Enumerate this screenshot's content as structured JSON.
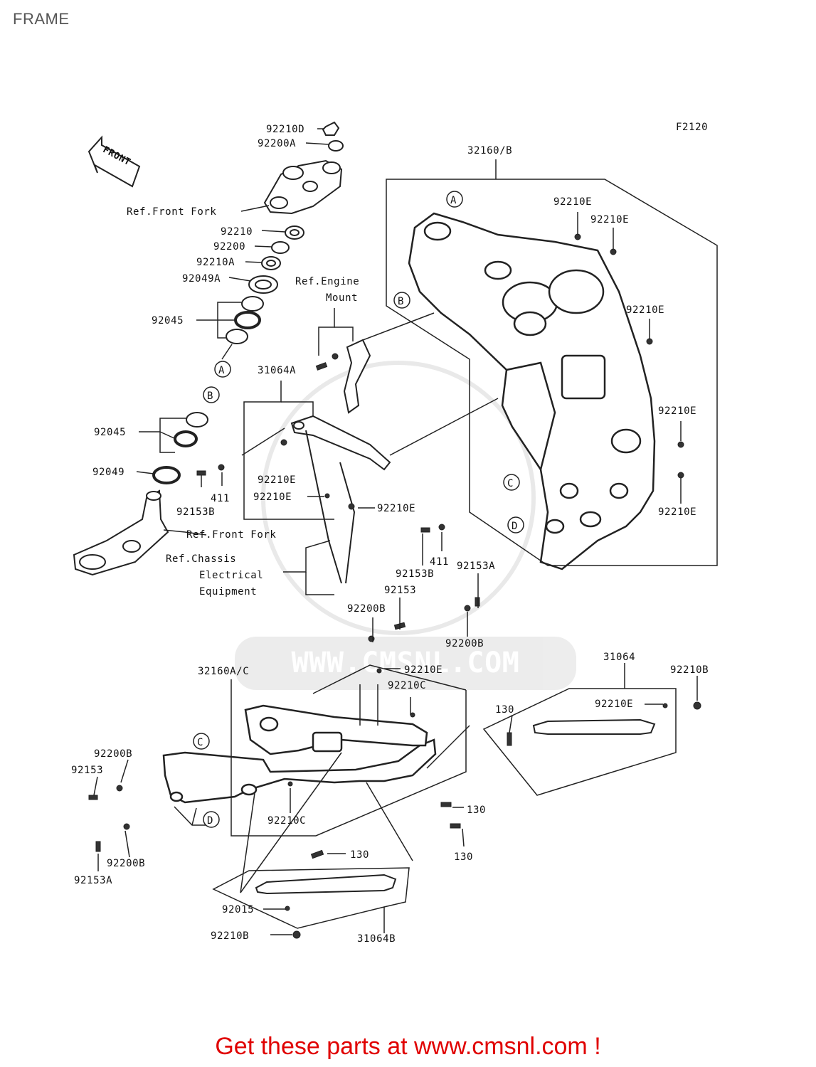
{
  "page": {
    "title": "FRAME"
  },
  "diagram": {
    "code": "F2120",
    "front_arrow_label": "FRONT",
    "labels": {
      "p92210D": "92210D",
      "p92200A": "92200A",
      "ref_front_fork_top": "Ref.Front Fork",
      "p92210": "92210",
      "p92200": "92200",
      "p92210A": "92210A",
      "p92049A": "92049A",
      "p92045_upper": "92045",
      "p92045_lower": "92045",
      "p92049": "92049",
      "ref_engine_mount_1": "Ref.Engine",
      "ref_engine_mount_2": "Mount",
      "p31064A": "31064A",
      "p92210E_a": "92210E",
      "p92210E_b": "92210E",
      "p92210E_c": "92210E",
      "p411_a": "411",
      "p92153B_a": "92153B",
      "ref_front_fork_bottom": "Ref.Front Fork",
      "ref_chassis_1": "Ref.Chassis",
      "ref_chassis_2": "Electrical",
      "ref_chassis_3": "Equipment",
      "p411_b": "411",
      "p92153B_b": "92153B",
      "p92153A_a": "92153A",
      "p92153_a": "92153",
      "p92200B_a": "92200B",
      "p92200B_b": "92200B",
      "p32160B": "32160/B",
      "p92210E_r1": "92210E",
      "p92210E_r2": "92210E",
      "p92210E_r3": "92210E",
      "p92210E_r4": "92210E",
      "p92210E_r5": "92210E",
      "p32160AC": "32160A/C",
      "p92210E_m": "92210E",
      "p92210C_a": "92210C",
      "p31064": "31064",
      "p92210B_a": "92210B",
      "p130_a": "130",
      "p92210E_n": "92210E",
      "p92200B_c": "92200B",
      "p92153_b": "92153",
      "p92210C_b": "92210C",
      "p130_b": "130",
      "p130_c": "130",
      "p92200B_d": "92200B",
      "p92153A_b": "92153A",
      "p130_d": "130",
      "p92015": "92015",
      "p92210B_b": "92210B",
      "p31064B": "31064B"
    },
    "markers": {
      "A": "A",
      "B": "B",
      "C": "C",
      "D": "D"
    },
    "watermark": "WWW.CMSNL.COM"
  },
  "footer": {
    "link_text": "Get these parts at www.cmsnl.com !"
  }
}
